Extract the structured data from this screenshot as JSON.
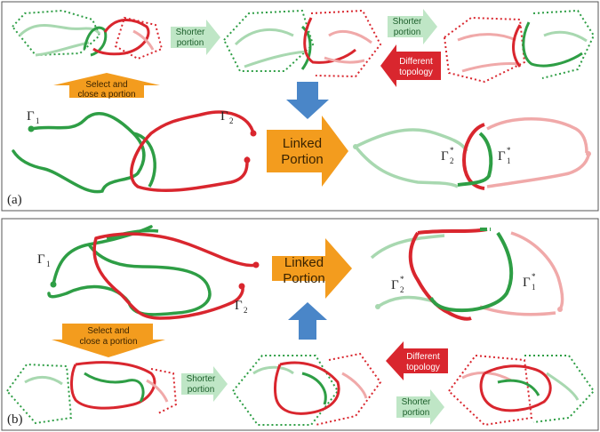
{
  "colors": {
    "green": "#2e9e45",
    "red": "#d9262e",
    "green_faint": "#a8d8b0",
    "red_faint": "#f0a9a9",
    "orange": "#f39c1e",
    "blue": "#4a86c8",
    "arrow_green": "#bfe6c6",
    "arrow_red": "#d9262e"
  },
  "panel_a": {
    "tag": "(a)",
    "gamma1": "Γ",
    "gamma1_sub": "1",
    "gamma2": "Γ",
    "gamma2_sub": "2",
    "gamma1_star": "Γ",
    "gamma1_star_sub": "1",
    "gamma2_star": "Γ",
    "gamma2_star_sub": "2",
    "star": "*",
    "arrow_shorter_line1": "Shorter",
    "arrow_shorter_line2": "portion",
    "arrow_shorter2_line1": "Shorter",
    "arrow_shorter2_line2": "portion",
    "arrow_topology_line1": "Different",
    "arrow_topology_line2": "topology",
    "arrow_select_line1": "Select and",
    "arrow_select_line2": "close a portion",
    "arrow_linked_line1": "Linked",
    "arrow_linked_line2": "Portion"
  },
  "panel_b": {
    "tag": "(b)",
    "gamma1": "Γ",
    "gamma1_sub": "1",
    "gamma2": "Γ",
    "gamma2_sub": "2",
    "gamma1_star": "Γ",
    "gamma1_star_sub": "1",
    "gamma2_star": "Γ",
    "gamma2_star_sub": "2",
    "star": "*",
    "arrow_shorter_line1": "Shorter",
    "arrow_shorter_line2": "portion",
    "arrow_shorter2_line1": "Shorter",
    "arrow_shorter2_line2": "portion",
    "arrow_topology_line1": "Different",
    "arrow_topology_line2": "topology",
    "arrow_select_line1": "Select and",
    "arrow_select_line2": "close a portion",
    "arrow_linked_line1": "Linked",
    "arrow_linked_line2": "Portion"
  }
}
